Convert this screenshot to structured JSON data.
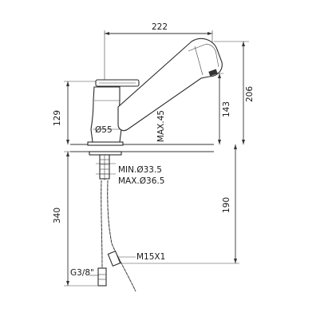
{
  "dimensions": {
    "spout_reach": "222",
    "total_height": "206",
    "spout_height": "143",
    "body_height": "129",
    "base_diameter": "Ø55",
    "max_deck": "MAX.45",
    "min_hole": "MIN.Ø33.5",
    "max_hole": "MAX.Ø36.5",
    "hose_length": "340",
    "below_deck": "190",
    "hose_thread": "M15X1",
    "supply_thread": "G3/8\""
  }
}
